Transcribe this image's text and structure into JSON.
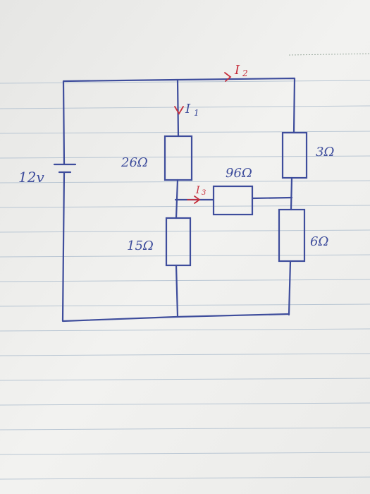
{
  "circuit": {
    "battery_label": "12v",
    "resistors": {
      "r_top_left": "26Ω",
      "r_top_right": "3Ω",
      "r_bridge": "96Ω",
      "r_bottom_left": "15Ω",
      "r_bottom_right": "6Ω"
    },
    "currents": {
      "i1": "I",
      "i1_sub": "1",
      "i2": "I",
      "i2_sub": "2",
      "i3": "I",
      "i3_sub": "3"
    }
  },
  "colors": {
    "ink": "#3e4d9c",
    "current_ink": "#c62f3c",
    "paper": "#efefed",
    "rule_lines": "#b9c6d3"
  }
}
